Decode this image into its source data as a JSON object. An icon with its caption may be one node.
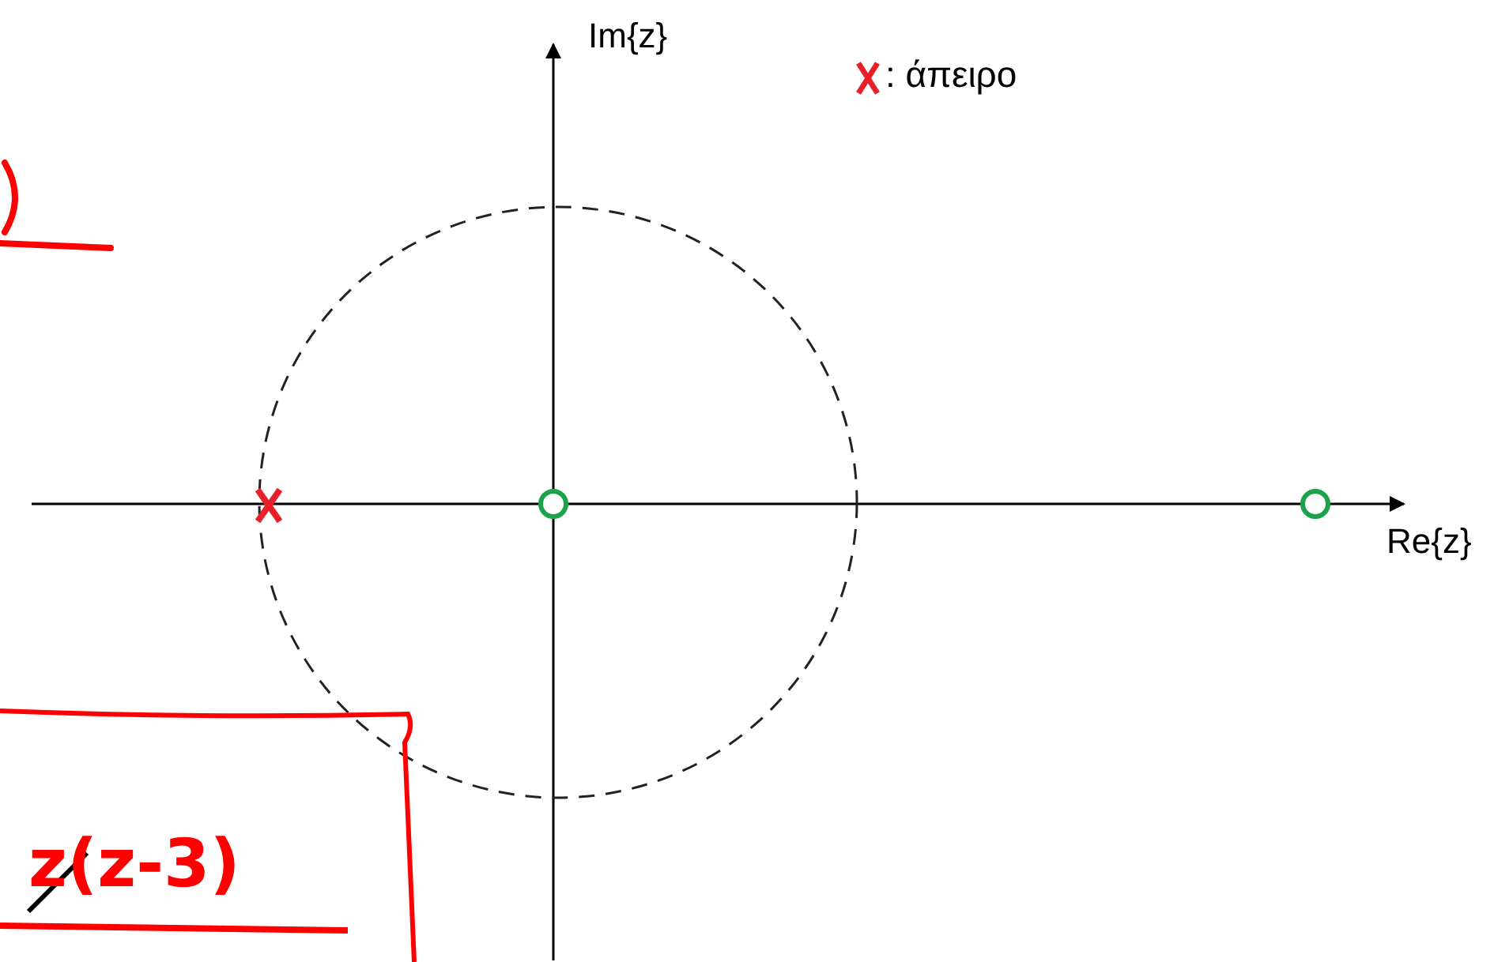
{
  "diagram": {
    "labels": [
      "Im{z}",
      "Re{z}",
      "z(z-3)"
    ],
    "legend": [
      {
        "text": ": άπειρο"
      }
    ]
  }
}
